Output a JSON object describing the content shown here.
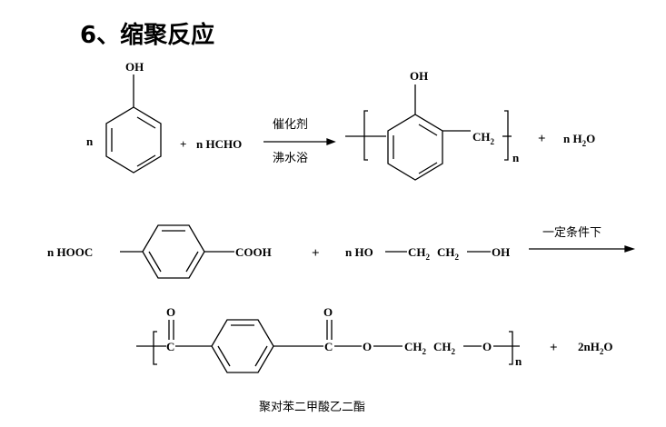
{
  "title": "6、缩聚反应",
  "reaction1": {
    "oh_top": "OH",
    "n_left": "n",
    "plus": "+",
    "reagent": "n HCHO",
    "catalyst": "催化剂",
    "condition": "沸水浴",
    "product_oh": "OH",
    "ch2": "CH",
    "ch2_sub": "2",
    "n_sub": "n",
    "plus2": "+",
    "water_n": "n H",
    "water_sub": "2",
    "water_o": "O"
  },
  "reaction2": {
    "n_hooc": "n HOOC",
    "cooh": "COOH",
    "plus": "+",
    "glycol_prefix": "n HO",
    "glycol_ch2a": "CH",
    "glycol_sub_a": "2",
    "glycol_ch2b": "CH",
    "glycol_sub_b": "2",
    "glycol_oh": "OH",
    "condition": "一定条件下"
  },
  "reaction3": {
    "o_left": "O",
    "c_left": "C",
    "o_right": "O",
    "c_right": "C",
    "o_ester": "O",
    "ch2a": "CH",
    "sub_a": "2",
    "ch2b": "CH",
    "sub_b": "2",
    "o_end": "O",
    "n_sub": "n",
    "plus": "+",
    "water_prefix": "2nH",
    "water_sub": "2",
    "water_o": "O",
    "name": "聚对苯二甲酸乙二酯"
  }
}
